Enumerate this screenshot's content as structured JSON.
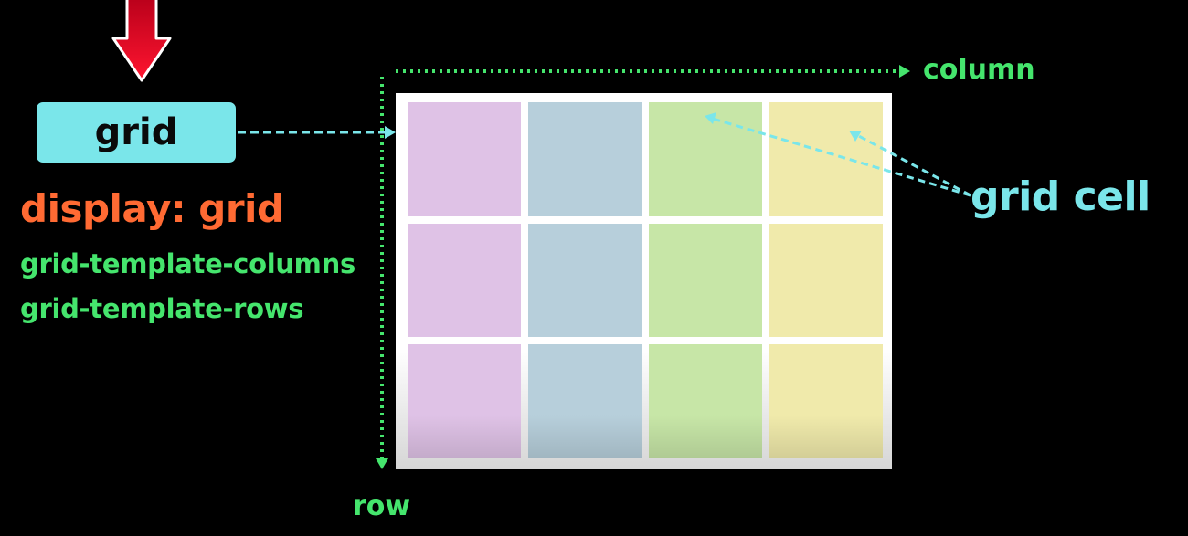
{
  "left_panel": {
    "grid_box_label": "grid",
    "display_property": "display: grid",
    "columns_property": "grid-template-columns",
    "rows_property": "grid-template-rows"
  },
  "axes": {
    "column_label": "column",
    "row_label": "row"
  },
  "annotation": {
    "grid_cell_label": "grid cell"
  },
  "grid": {
    "columns": 4,
    "rows": 3,
    "column_colors": [
      "#dfc2e6",
      "#b7cfdb",
      "#c7e6a7",
      "#f0eaab"
    ]
  },
  "colors": {
    "background": "#000000",
    "arrow_red": "#e8001c",
    "grid_box": "#7ae6ea",
    "display_text": "#ff6a33",
    "property_text": "#45e56d",
    "axis": "#45e56d",
    "annotation": "#7ae6ea"
  },
  "icons": {
    "top_arrow": "down-arrow-icon"
  }
}
